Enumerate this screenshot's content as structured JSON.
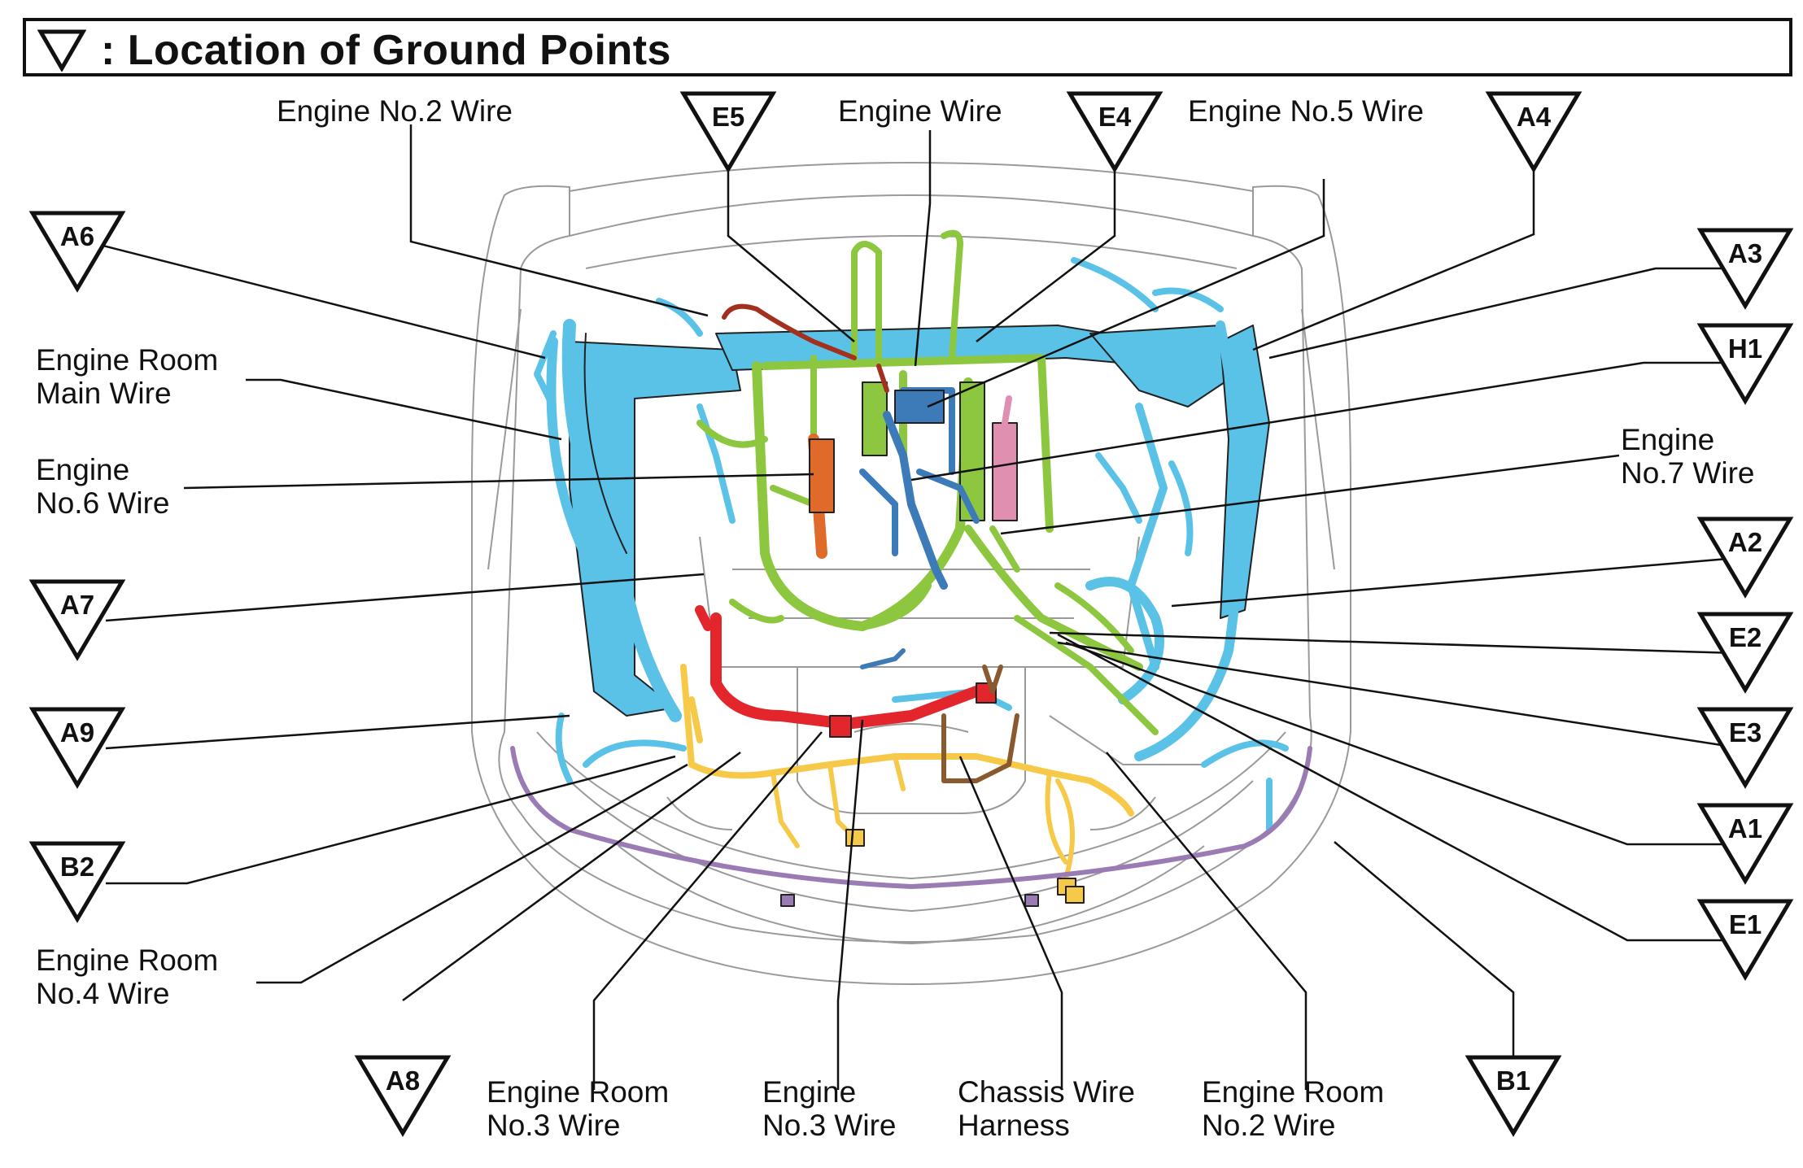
{
  "title": ": Location of Ground Points",
  "ground_points": {
    "E5": "E5",
    "E4": "E4",
    "A4": "A4",
    "A6": "A6",
    "A3": "A3",
    "H1": "H1",
    "A7": "A7",
    "A2": "A2",
    "E2": "E2",
    "A9": "A9",
    "E3": "E3",
    "A1": "A1",
    "B2": "B2",
    "E1": "E1",
    "A8": "A8",
    "B1": "B1"
  },
  "wires": {
    "engine_no2": "Engine No.2 Wire",
    "engine": "Engine Wire",
    "engine_no5": "Engine No.5 Wire",
    "engine_room_main": [
      "Engine Room",
      "Main Wire"
    ],
    "engine_no6": [
      "Engine",
      "No.6 Wire"
    ],
    "engine_no7": [
      "Engine",
      "No.7 Wire"
    ],
    "engine_room_no4": [
      "Engine Room",
      "No.4 Wire"
    ],
    "engine_room_no3": [
      "Engine Room",
      "No.3 Wire"
    ],
    "engine_no3": [
      "Engine",
      "No.3 Wire"
    ],
    "chassis": [
      "Chassis Wire",
      "Harness"
    ],
    "engine_room_no2": [
      "Engine Room",
      "No.2 Wire"
    ]
  },
  "colors": {
    "engine_room_harness": "#5bc2e7",
    "engine_harness": "#8dc63f",
    "engine_no2_harness": "#c1272d",
    "engine_no7_harness": "#e08fb0",
    "engine_no6_harness": "#e06a2a",
    "engine_no5_harness": "#3d7ab8",
    "engine_room_no3_harness": "#e3262b",
    "engine_room_no4_harness": "#f7c948",
    "chassis_harness": "#8a5a2e",
    "bumper_harness": "#9b7bb3"
  }
}
